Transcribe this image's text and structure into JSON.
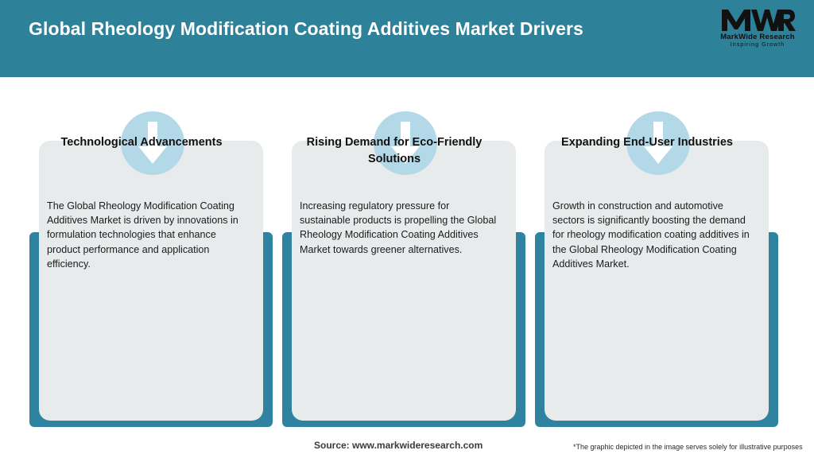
{
  "header": {
    "title": "Global Rheology Modification Coating Additives Market Drivers",
    "bg_color": "#2d8199",
    "logo": {
      "mark": "MWR",
      "name": "MarkWide Research",
      "tagline": "Inspiring Growth"
    }
  },
  "theme": {
    "teal": "#3083a0",
    "card_bg": "#e8ebec",
    "circle_bg": "#b3d9e8",
    "arrow_color": "#ffffff",
    "page_bg": "#ffffff"
  },
  "cards": [
    {
      "icon": "down-arrow-icon",
      "title": "Technological Advancements",
      "body": "The Global Rheology Modification Coating Additives Market is driven by innovations in formulation technologies that enhance product performance and application efficiency."
    },
    {
      "icon": "down-arrow-icon",
      "title": "Rising Demand for Eco-Friendly Solutions",
      "body": "Increasing regulatory pressure for sustainable products is propelling the Global Rheology Modification Coating Additives Market towards greener alternatives."
    },
    {
      "icon": "down-arrow-icon",
      "title": "Expanding End-User Industries",
      "body": "Growth in construction and automotive sectors is significantly boosting the demand for rheology modification coating additives in the Global Rheology Modification Coating Additives Market."
    }
  ],
  "footer": {
    "source": "Source: www.markwideresearch.com",
    "note": "*The graphic depicted in the image serves solely for illustrative purposes"
  }
}
